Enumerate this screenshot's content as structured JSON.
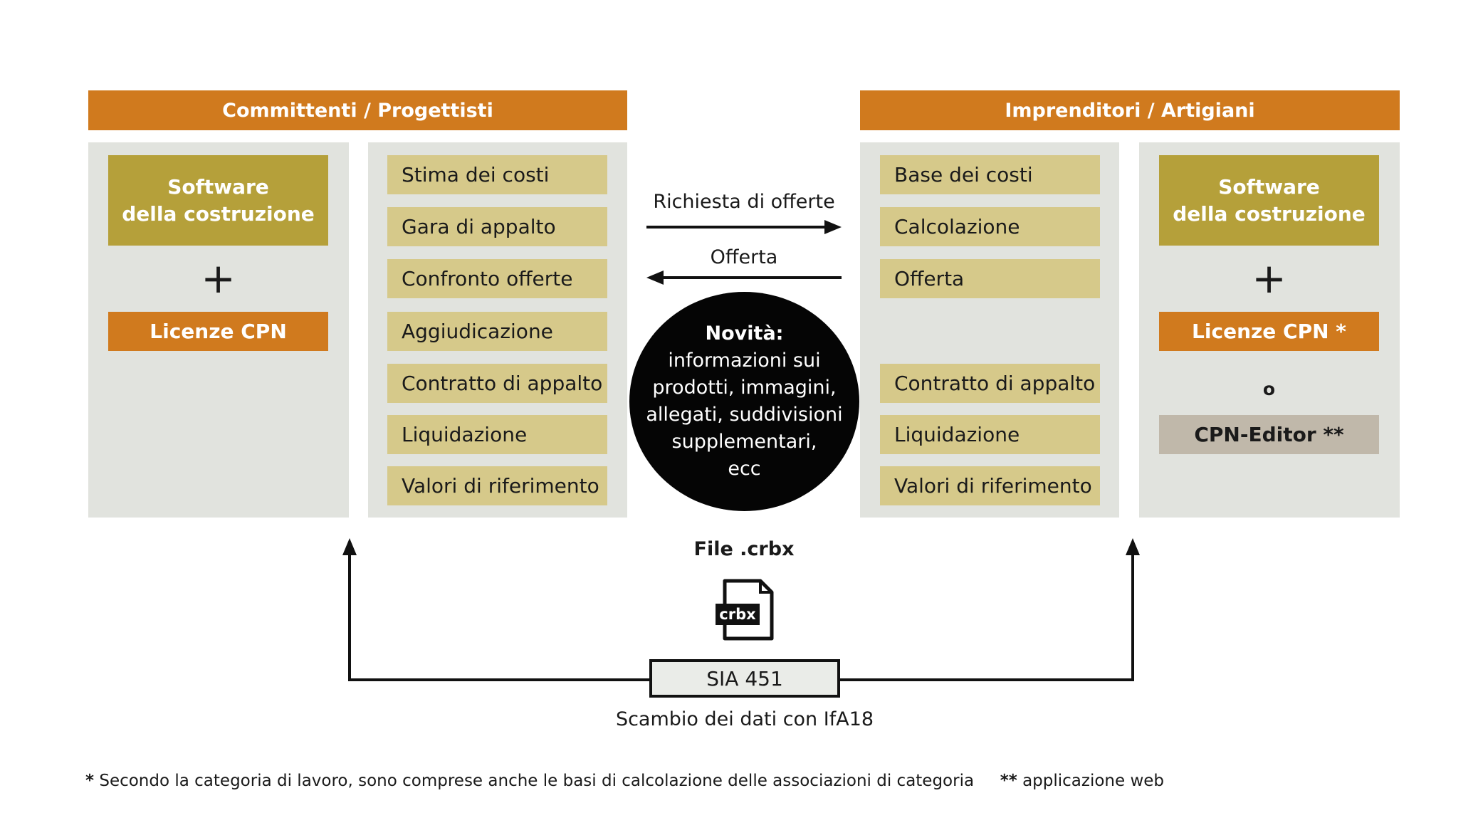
{
  "left": {
    "header": "Committenti / Progettisti",
    "software": [
      "Software",
      "della costruzione"
    ],
    "plus": "+",
    "license": "Licenze CPN",
    "items": [
      "Stima dei costi",
      "Gara di appalto",
      "Confronto offerte",
      "Aggiudicazione",
      "Contratto di appalto",
      "Liquidazione",
      "Valori di riferimento"
    ]
  },
  "right": {
    "header": "Imprenditori / Artigiani",
    "software": [
      "Software",
      "della costruzione"
    ],
    "plus": "+",
    "license": "Licenze CPN *",
    "or": "o",
    "editor": "CPN-Editor **",
    "items_top": [
      "Base dei costi",
      "Calcolazione",
      "Offerta"
    ],
    "items_bottom": [
      "Contratto di appalto",
      "Liquidazione",
      "Valori di riferimento"
    ]
  },
  "middle": {
    "request_label": "Richiesta di offerte",
    "offer_label": "Offerta",
    "circle_title": "Novità:",
    "circle_lines": [
      "informazioni sui",
      "prodotti, immagini,",
      "allegati, suddivisioni",
      "supplementari,",
      "ecc"
    ]
  },
  "bottom": {
    "file_label": "File .crbx",
    "file_icon_text": "crbx",
    "sia_label": "SIA 451",
    "exchange_label": "Scambio dei dati con IfA18"
  },
  "footnotes": {
    "note1_mark": "*",
    "note1_text": "Secondo la categoria di lavoro, sono comprese anche le basi di calcolazione delle associazioni di categoria",
    "note2_mark": "**",
    "note2_text": "applicazione web"
  },
  "colors": {
    "header": "#d07a1e",
    "software": "#b5a03a",
    "item": "#d6c98a",
    "panel": "#e1e3de",
    "editor": "#c0b8aa",
    "circle": "#050505"
  }
}
